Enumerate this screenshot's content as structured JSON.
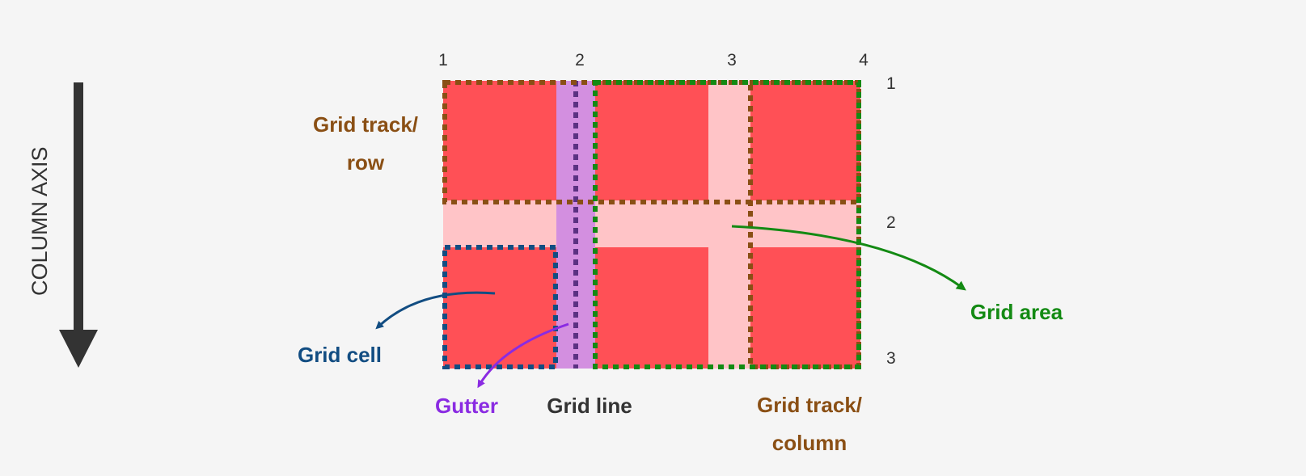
{
  "axis": {
    "label": "COLUMN AXIS"
  },
  "column_lines": [
    "1",
    "2",
    "3",
    "4"
  ],
  "row_lines": [
    "1",
    "2",
    "3"
  ],
  "labels": {
    "track_row": [
      "Grid track/",
      "row"
    ],
    "track_column": [
      "Grid track/",
      "column"
    ],
    "cell": "Grid cell",
    "area": "Grid area",
    "gutter": "Gutter",
    "line": "Grid line"
  },
  "colors": {
    "background": "#f5f5f5",
    "item": "#ff5056",
    "gutter_fill": "#ffc4c7",
    "gutter_highlight": "#d38fe0",
    "row_track": "#8a4f14",
    "column_track": "#8a4f14",
    "cell": "#124d82",
    "area": "#138a13",
    "gutter_text": "#8a2be2",
    "line_marker": "#5b3182",
    "arrow": "#333333"
  }
}
